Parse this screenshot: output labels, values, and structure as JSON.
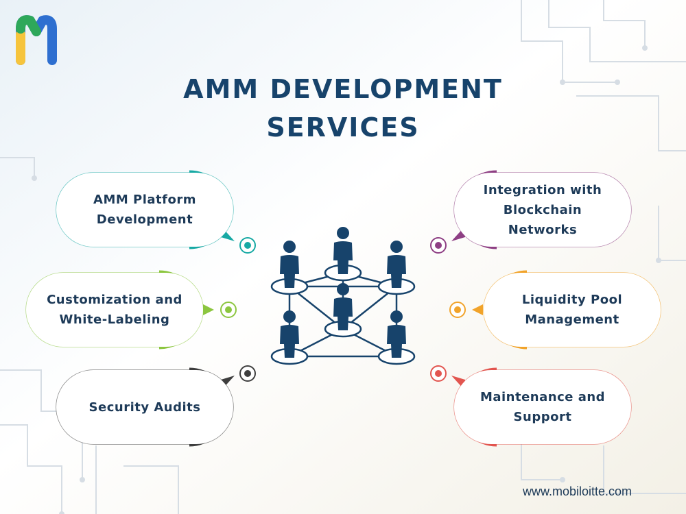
{
  "title": {
    "line1": "AMM DEVELOPMENT",
    "line2": "SERVICES"
  },
  "services_left": [
    {
      "label_lines": [
        "AMM Platform",
        "Development"
      ],
      "color": "#17a9a4"
    },
    {
      "label_lines": [
        "Customization and",
        "White-Labeling"
      ],
      "color": "#8cc63f"
    },
    {
      "label_lines": [
        "Security Audits"
      ],
      "color": "#3e3e3e"
    }
  ],
  "services_right": [
    {
      "label_lines": [
        "Integration with",
        "Blockchain",
        "Networks"
      ],
      "color": "#8e3f84"
    },
    {
      "label_lines": [
        "Liquidity Pool",
        "Management"
      ],
      "color": "#f1a32a"
    },
    {
      "label_lines": [
        "Maintenance and",
        "Support"
      ],
      "color": "#e2554f"
    }
  ],
  "colors": {
    "title": "#17436b",
    "network": "#17436b",
    "logo_green": "#2ea85a",
    "logo_yellow": "#f6c43c",
    "logo_blue": "#2e6fd0"
  },
  "icons": {
    "logo": "m-logo-icon",
    "network": "people-network-icon",
    "marker": "target-dot-icon"
  },
  "footer": {
    "website": "www.mobiloitte.com"
  }
}
